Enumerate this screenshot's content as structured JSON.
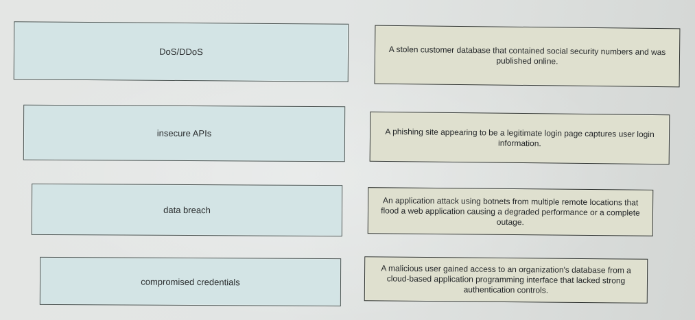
{
  "terms": [
    {
      "label": "DoS/DDoS"
    },
    {
      "label": "insecure APIs"
    },
    {
      "label": "data breach"
    },
    {
      "label": "compromised credentials"
    }
  ],
  "descriptions": [
    {
      "text": "A stolen customer database that contained social security numbers and was published online."
    },
    {
      "text": "A phishing site appearing to be a legitimate login page captures user login information."
    },
    {
      "text": "An application attack using botnets from multiple remote locations that flood a web application causing a degraded performance or a complete outage."
    },
    {
      "text": "A malicious user gained access to an organization's database from a cloud-based application programming interface that lacked strong authentication controls."
    }
  ],
  "colors": {
    "term_box_fill": "#d3e4e5",
    "description_box_fill": "#dfe0cf",
    "background": "#e2e5e4"
  }
}
